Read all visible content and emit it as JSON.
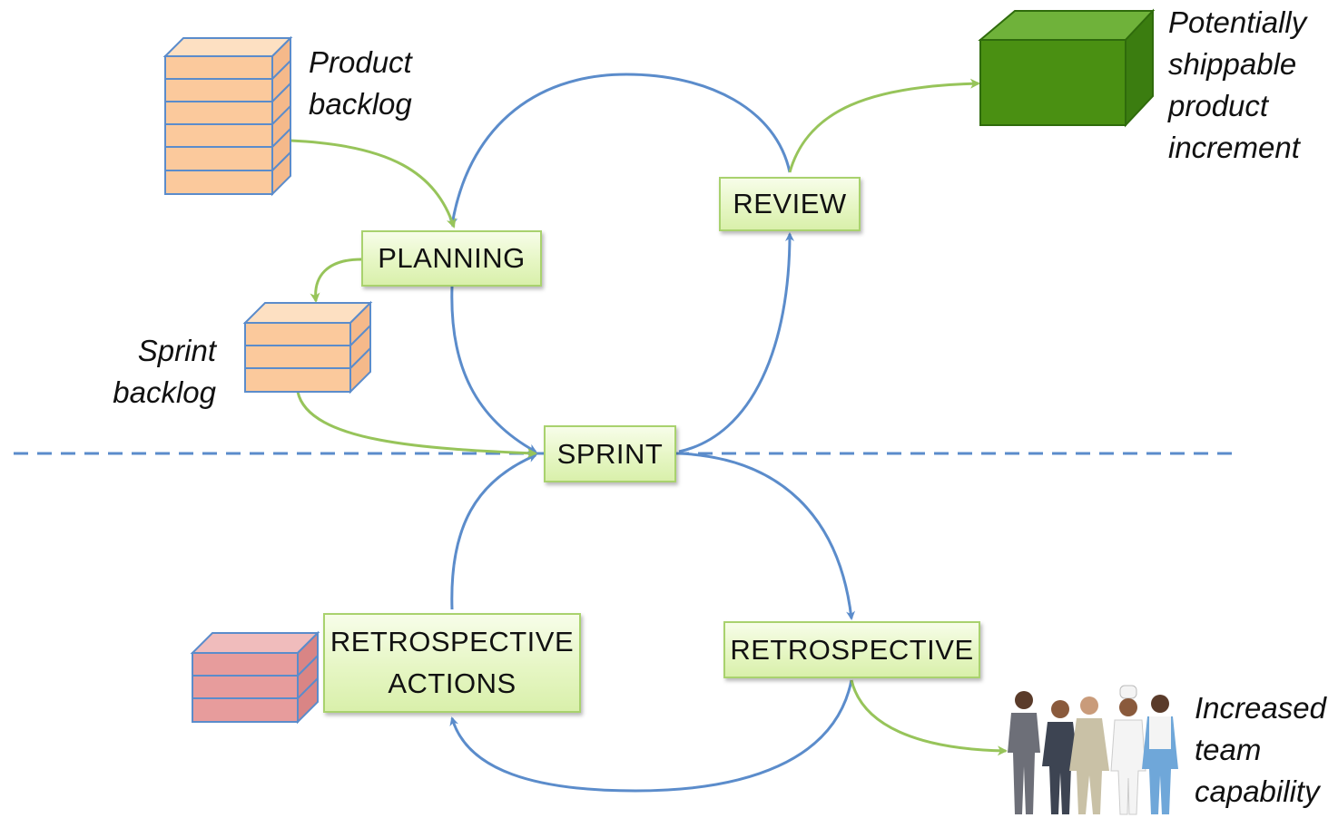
{
  "nodes": {
    "planning": "PLANNING",
    "review": "REVIEW",
    "sprint": "SPRINT",
    "retrospective": "RETROSPECTIVE",
    "retrospective_actions": [
      "RETROSPECTIVE",
      "ACTIONS"
    ]
  },
  "labels": {
    "product_backlog": [
      "Product",
      "backlog"
    ],
    "sprint_backlog": [
      "Sprint",
      "backlog"
    ],
    "product_increment": [
      "Potentially",
      "shippable",
      "product",
      "increment"
    ],
    "team_capability": [
      "Increased",
      "team",
      "capability"
    ]
  },
  "colors": {
    "loop_arrow": "#5b8ccb",
    "flow_arrow": "#97c45a",
    "dashed_line": "#5b8ccb",
    "backlog_fill": "#fbc99c",
    "backlog_stroke": "#5b8ccb",
    "actions_fill": "#e79c9c",
    "increment_fill": "#4a9012",
    "node_border": "#a9d26e"
  },
  "icons": {
    "product_backlog": "stacked-backlog-icon",
    "sprint_backlog": "stacked-backlog-icon",
    "retrospective_actions": "stacked-actions-icon",
    "product_increment": "green-cube-icon",
    "team_capability": "team-people-icon"
  }
}
